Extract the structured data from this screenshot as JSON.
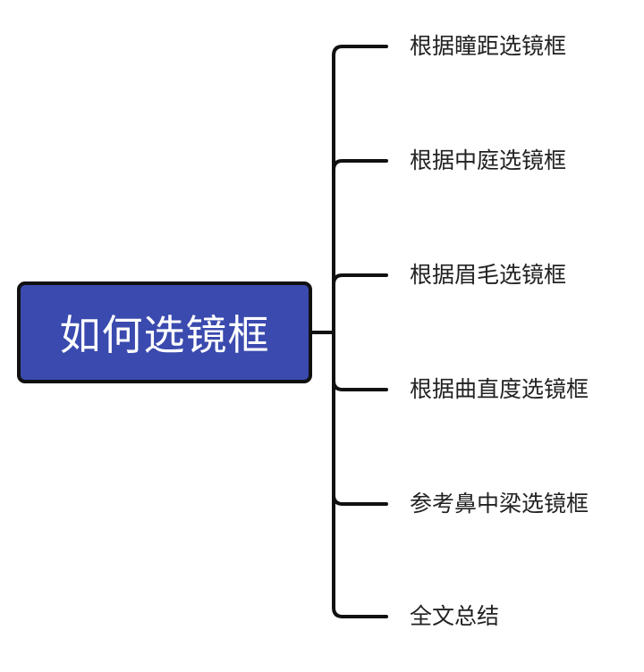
{
  "root": {
    "label": "如何选镜框",
    "fill_color": "#3a4aae",
    "border_color": "#111111"
  },
  "branches": [
    {
      "label": "根据瞳距选镜框"
    },
    {
      "label": "根据中庭选镜框"
    },
    {
      "label": "根据眉毛选镜框"
    },
    {
      "label": "根据曲直度选镜框"
    },
    {
      "label": "参考鼻中梁选镜框"
    },
    {
      "label": "全文总结"
    }
  ],
  "connector_color": "#111111"
}
